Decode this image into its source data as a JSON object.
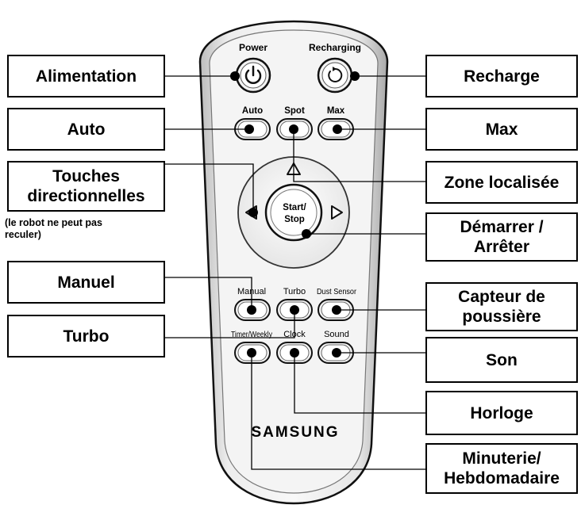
{
  "remote": {
    "power_label": "Power",
    "recharging_label": "Recharging",
    "auto_label": "Auto",
    "spot_label": "Spot",
    "max_label": "Max",
    "start_stop_line1": "Start/",
    "start_stop_line2": "Stop",
    "manual_label": "Manual",
    "turbo_label": "Turbo",
    "dust_sensor_label": "Dust Sensor",
    "timer_weekly_label": "Timer/Weekly",
    "clock_label": "Clock",
    "sound_label": "Sound",
    "brand": "SAMSUNG"
  },
  "callouts": {
    "alimentation": "Alimentation",
    "auto": "Auto",
    "touches": "Touches\ndirectionnelles",
    "touches_note": "(le robot ne peut pas\nreculer)",
    "manuel": "Manuel",
    "turbo": "Turbo",
    "recharge": "Recharge",
    "max": "Max",
    "zone": "Zone localisée",
    "demarrer": "Démarrer /\nArrêter",
    "capteur": "Capteur de\npoussière",
    "son": "Son",
    "horloge": "Horloge",
    "minuterie": "Minuterie/\nHebdomadaire"
  }
}
